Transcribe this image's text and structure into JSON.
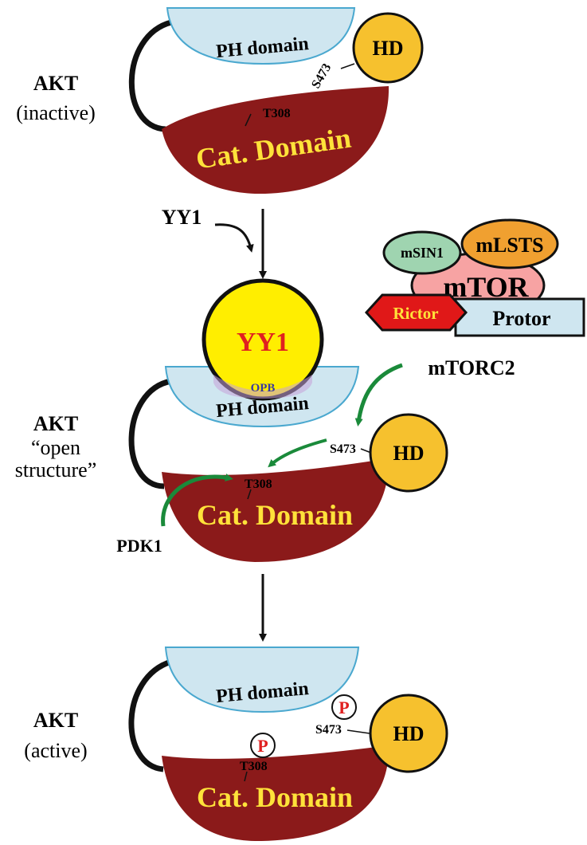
{
  "colors": {
    "ph_fill": "#cfe6f0",
    "ph_stroke": "#4aa8cf",
    "hd_fill": "#f6c12e",
    "cat_fill": "#8b1a1a",
    "cat_text": "#ffe23a",
    "yy1_fill": "#ffee00",
    "yy1_text": "#e02020",
    "opb_fill": "#f0a030",
    "green_arrow": "#1a8a3a",
    "msin1_fill": "#9fd4b0",
    "mlsts_fill": "#f0a030",
    "mtor_fill": "#f7a3a3",
    "rictor_fill": "#e01818",
    "protor_fill": "#cfe6f0",
    "p_circle_text": "#e02020"
  },
  "states": [
    {
      "title": "AKT",
      "subtitle": "(inactive)",
      "ph_label": "PH domain",
      "hd_label": "HD",
      "cat_label": "Cat. Domain",
      "s473_label": "S473",
      "t308_label": "T308"
    },
    {
      "title": "AKT",
      "subtitle_line1": "“open",
      "subtitle_line2": "structure”",
      "ph_label": "PH domain",
      "hd_label": "HD",
      "cat_label": "Cat. Domain",
      "s473_label": "S473",
      "t308_label": "T308",
      "yy1_label": "YY1",
      "opb_label": "OPB"
    },
    {
      "title": "AKT",
      "subtitle": "(active)",
      "ph_label": "PH domain",
      "hd_label": "HD",
      "cat_label": "Cat. Domain",
      "s473_label": "S473",
      "t308_label": "T308",
      "phospho_label": "P"
    }
  ],
  "arrows": {
    "yy1_label": "YY1",
    "pdk1_label": "PDK1",
    "mtorc2_label": "mTORC2"
  },
  "mtorc2_complex": {
    "msin1": "mSIN1",
    "mlsts": "mLSTS",
    "mtor": "mTOR",
    "rictor": "Rictor",
    "protor": "Protor"
  }
}
